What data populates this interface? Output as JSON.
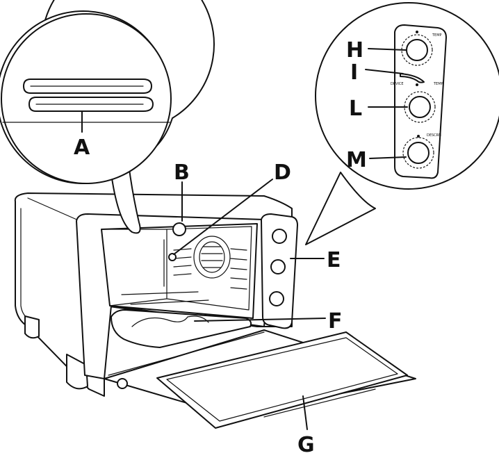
{
  "labels": {
    "A": "A",
    "B": "B",
    "D": "D",
    "E": "E",
    "F": "F",
    "G": "G",
    "H": "H",
    "I": "I",
    "L": "L",
    "M": "M"
  },
  "panel_text": {
    "temp": "TEMP",
    "function_left": "DEVICE",
    "function_right": "TEMP",
    "timer": "DESCRN"
  }
}
